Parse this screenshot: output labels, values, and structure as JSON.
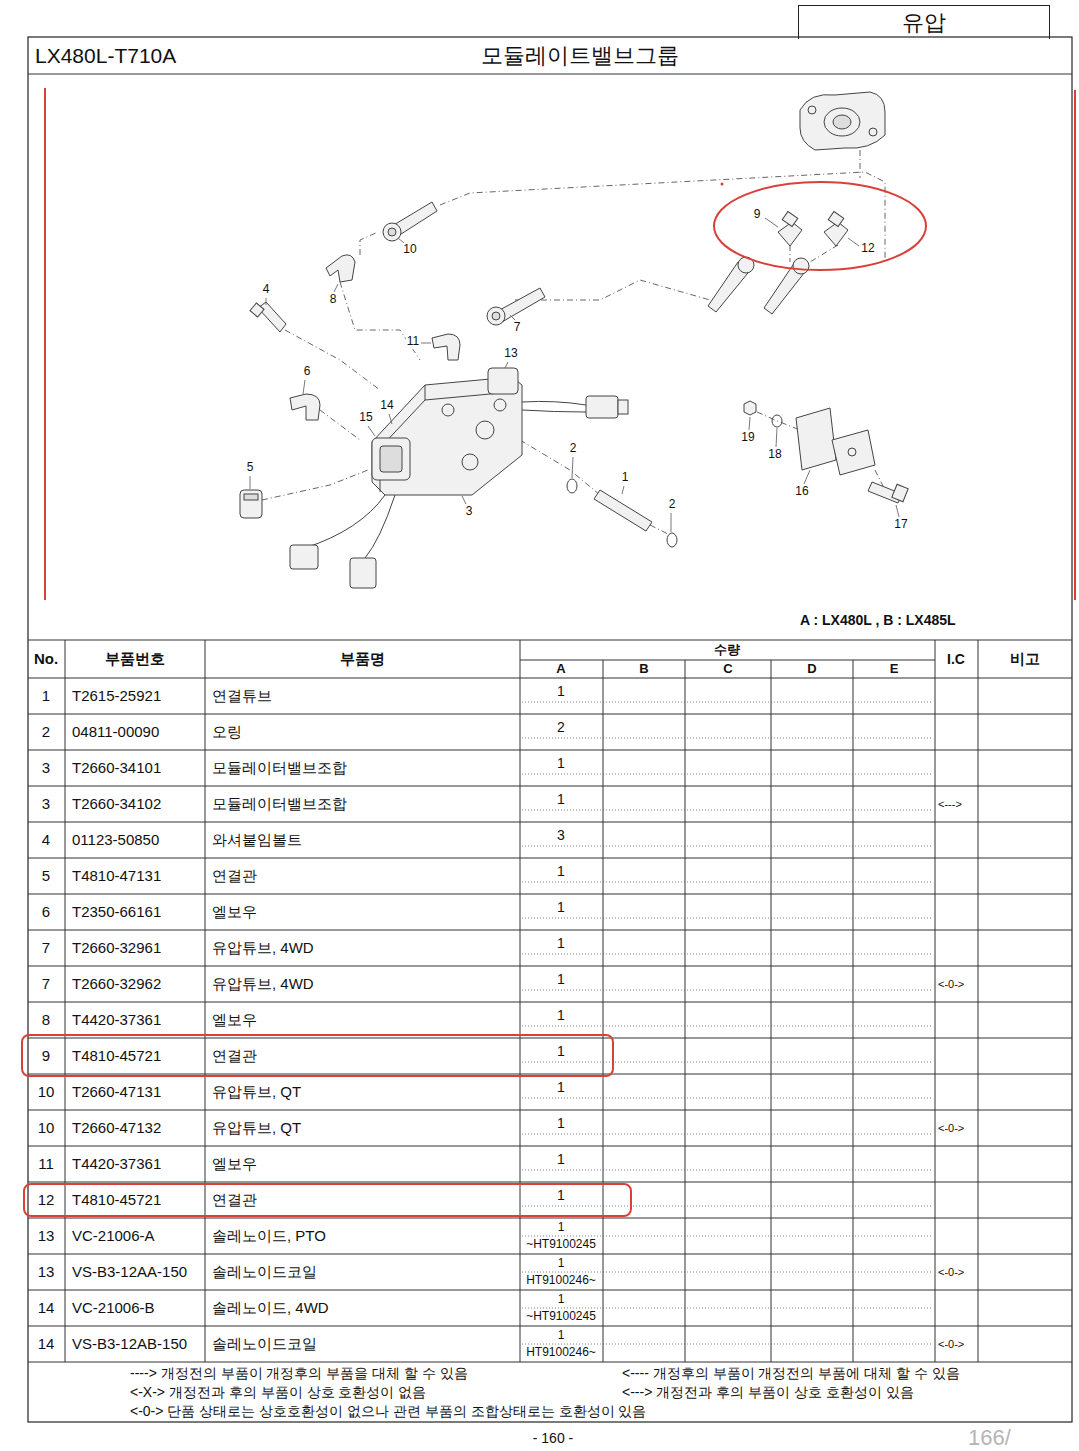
{
  "diagram": {
    "title": "모듈레이트밸브그룹",
    "nodes": [
      {
        "text": [
          "유압"
        ]
      }
    ],
    "labels": [
      "LX480L-T710A",
      "10",
      "8",
      "4",
      "7",
      "11",
      "13",
      "6",
      "14",
      "15",
      "5",
      "2",
      "1",
      "2",
      "3",
      "9",
      "12",
      "19",
      "18",
      "16",
      "17",
      "A : LX480L , B : LX485L",
      "No.",
      "부품번호",
      "부품명",
      "수량",
      "A",
      "B",
      "C",
      "D",
      "E",
      "I.C",
      "비고",
      "1",
      "T2615-25921",
      "연결튜브",
      "1",
      "2",
      "04811-00090",
      "오링",
      "2",
      "3",
      "T2660-34101",
      "모듈레이터밸브조합",
      "1",
      "3",
      "T2660-34102",
      "모듈레이터밸브조합",
      "1",
      "<--->",
      "4",
      "01123-50850",
      "와셔붙임볼트",
      "3",
      "5",
      "T4810-47131",
      "연결관",
      "1",
      "6",
      "T2350-66161",
      "엘보우",
      "1",
      "7",
      "T2660-32961",
      "유압튜브, 4WD",
      "1",
      "7",
      "T2660-32962",
      "유압튜브, 4WD",
      "1",
      "<-0->",
      "8",
      "T4420-37361",
      "엘보우",
      "1",
      "9",
      "T4810-45721",
      "연결관",
      "1",
      "10",
      "T2660-47131",
      "유압튜브, QT",
      "1",
      "10",
      "T2660-47132",
      "유압튜브, QT",
      "1",
      "<-0->",
      "11",
      "T4420-37361",
      "엘보우",
      "1",
      "12",
      "T4810-45721",
      "연결관",
      "1",
      "13",
      "VC-21006-A",
      "솔레노이드, PTO",
      "1",
      "~HT9100245",
      "13",
      "VS-B3-12AA-150",
      "솔레노이드코일",
      "1",
      "HT9100246~",
      "<-0->",
      "14",
      "VC-21006-B",
      "솔레노이드, 4WD",
      "1",
      "~HT9100245",
      "14",
      "VS-B3-12AB-150",
      "솔레노이드코일",
      "1",
      "HT9100246~",
      "<-0->",
      "----> 개정전의 부품이 개정후의 부품을 대체 할 수 있음",
      "<---- 개정후의 부품이 개정전의 부품에 대체 할 수 있음",
      "<-X-> 개정전과 후의 부품이 상호 호환성이 없음",
      "<---> 개정전과 후의 부품이 상호 호환성이 있음",
      "<-0-> 단품 상태로는 상호호환성이 없으나 관련 부품의 조합상태로는 호환성이 있음",
      "- 160 -",
      "166/"
    ]
  }
}
